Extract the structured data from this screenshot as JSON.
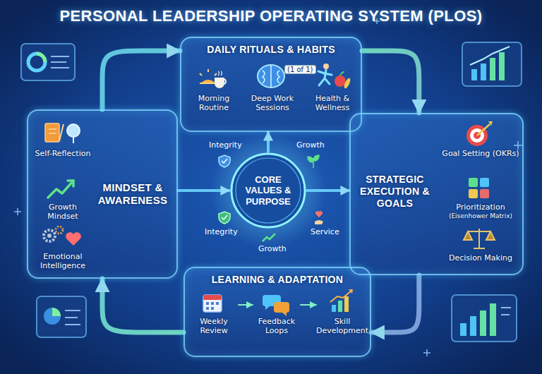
{
  "diagram": {
    "title": "PERSONAL LEADERSHIP OPERATING SYSTEM (PLOS)",
    "nodes": [
      {
        "text": [
          "DAILY RITUALS & HABITS"
        ]
      },
      {
        "text": [
          "Morning Routine"
        ],
        "in": 0
      },
      {
        "text": [
          "Deep Work Sessions"
        ],
        "in": 0
      },
      {
        "text": [
          "Health & Wellness"
        ],
        "in": 0
      },
      {
        "text": [
          "MINDSET & AWARENESS"
        ]
      },
      {
        "text": [
          "Self-Reflection"
        ],
        "in": 4
      },
      {
        "text": [
          "Growth Mindset"
        ],
        "in": 4
      },
      {
        "text": [
          "Emotional Intelligence"
        ],
        "in": 4
      },
      {
        "text": [
          "CORE VALUES & PURPOSE"
        ]
      },
      {
        "text": [
          "STRATEGIC EXECUTION & GOALS"
        ]
      },
      {
        "text": [
          "Goal Setting (OKRs)"
        ],
        "in": 9
      },
      {
        "text": [
          "Prioritization",
          "(Eisenhower Matrix)"
        ],
        "in": 9
      },
      {
        "text": [
          "Decision Making"
        ],
        "in": 9
      },
      {
        "text": [
          "LEARNING & ADAPTATION"
        ]
      },
      {
        "text": [
          "Weekly Review"
        ],
        "in": 13
      },
      {
        "text": [
          "Feedback Loops"
        ],
        "in": 13
      },
      {
        "text": [
          "Skill Development"
        ],
        "in": 13
      }
    ],
    "edges": [
      {
        "from": 4,
        "to": 0,
        "arrow": "to"
      },
      {
        "from": 0,
        "to": 9,
        "arrow": "to"
      },
      {
        "from": 9,
        "to": 13,
        "arrow": "to"
      },
      {
        "from": 13,
        "to": 4,
        "arrow": "to"
      },
      {
        "from": 8,
        "to": 0,
        "arrow": "to"
      },
      {
        "from": 8,
        "to": 9,
        "arrow": "to"
      },
      {
        "from": 4,
        "to": 8,
        "arrow": "to"
      },
      {
        "from": 14,
        "to": 15,
        "arrow": "to"
      },
      {
        "from": 15,
        "to": 16,
        "arrow": "to"
      }
    ],
    "labels": [
      "(1 of 1)",
      "Integrity",
      "Growth",
      "Integrity",
      "Service",
      "Growth"
    ]
  }
}
